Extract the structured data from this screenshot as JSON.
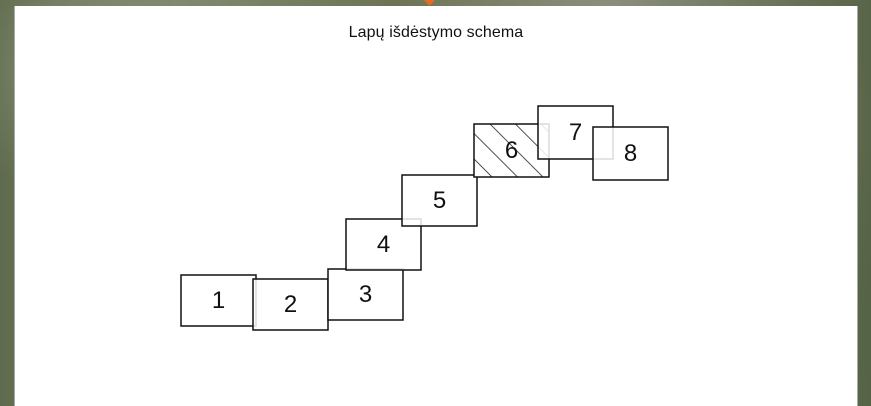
{
  "diagram": {
    "title": "Lapų išdėstymo schema",
    "sheets": [
      {
        "label": "1",
        "hatched": false
      },
      {
        "label": "2",
        "hatched": false
      },
      {
        "label": "3",
        "hatched": false
      },
      {
        "label": "4",
        "hatched": false
      },
      {
        "label": "5",
        "hatched": false
      },
      {
        "label": "6",
        "hatched": true
      },
      {
        "label": "7",
        "hatched": false
      },
      {
        "label": "8",
        "hatched": false
      }
    ]
  },
  "colors": {
    "background": "#ffffff",
    "stroke": "#111111",
    "accent_marker": "#e86a1f"
  }
}
